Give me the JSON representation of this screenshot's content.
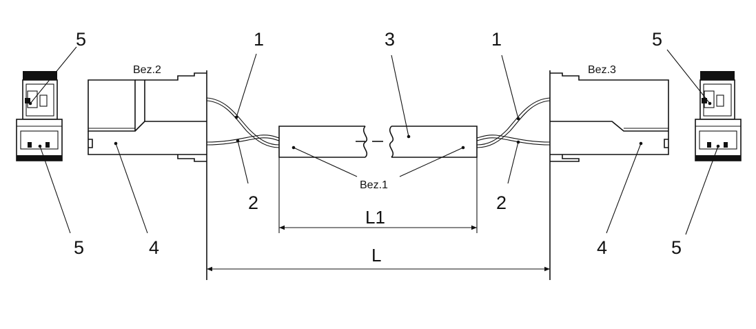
{
  "callouts": {
    "left_top_5": "5",
    "left_bottom_5": "5",
    "left_4": "4",
    "left_1": "1",
    "left_2": "2",
    "center_3": "3",
    "right_1": "1",
    "right_2": "2",
    "right_4": "4",
    "right_top_5": "5",
    "right_bottom_5": "5"
  },
  "designations": {
    "bez2": "Bez.2",
    "bez3": "Bez.3",
    "bez1": "Bez.1"
  },
  "dimensions": {
    "L1": "L1",
    "L": "L"
  }
}
